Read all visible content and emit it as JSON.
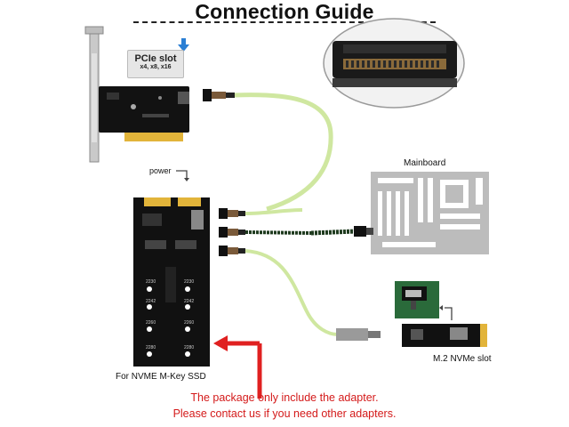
{
  "title": "Connection Guide",
  "pcie_slot": {
    "label": "PCIe slot",
    "sizes": "x4, x8, x16"
  },
  "labels": {
    "power": "power",
    "mainboard": "Mainboard",
    "m2_slot": "M.2 NVMe slot",
    "ssd_caption": "For NVME M-Key SSD"
  },
  "notes": [
    "The package only include the adapter.",
    "Please contact us if you need other adapters."
  ],
  "colors": {
    "cable_green": "#cfe7a0",
    "arrow_red": "#e02020",
    "note_red": "#d41a1a",
    "arrow_blue": "#2a7fd4",
    "board_black": "#111111",
    "mainboard_gray": "#b9b9b9"
  },
  "icons": [
    "down-arrow-icon",
    "power-arrow-icon",
    "return-arrow-icon"
  ]
}
